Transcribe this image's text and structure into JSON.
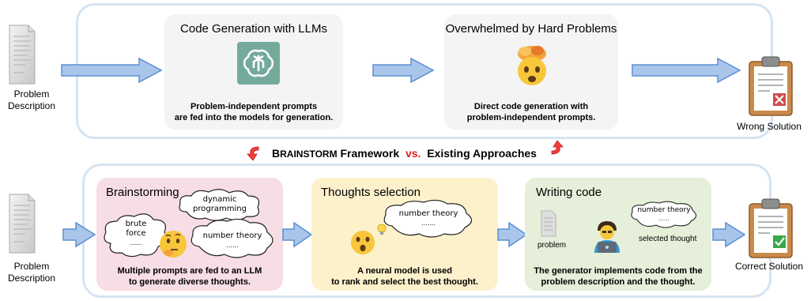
{
  "top": {
    "input_label": "Problem Description",
    "stage1": {
      "title": "Code Generation with LLMs",
      "icon": "openai-logo-icon",
      "caption_line1": "Problem-independent prompts",
      "caption_line2": "are fed into the models for generation."
    },
    "stage2": {
      "title": "Overwhelmed by Hard Problems",
      "icon": "exploding-head-emoji",
      "caption_line1": "Direct code generation with",
      "caption_line2": "problem-independent prompts."
    },
    "output_label": "Wrong Solution"
  },
  "middle": {
    "framework_first": "B",
    "framework_rest": "RAINSTORM",
    "framework_word": "Framework",
    "vs": "vs.",
    "existing": "Existing Approaches"
  },
  "bottom": {
    "input_label": "Problem Description",
    "brainstorming": {
      "title": "Brainstorming",
      "cloud_dynamic_1": "dynamic",
      "cloud_dynamic_2": "programming",
      "cloud_brute_1": "brute",
      "cloud_brute_2": "force",
      "cloud_brute_3": "......",
      "cloud_number": "number theory",
      "cloud_number_dots": "......",
      "caption_line1": "Multiple prompts are fed to an LLM",
      "caption_line2": "to generate diverse thoughts."
    },
    "selection": {
      "title": "Thoughts selection",
      "cloud_text": "number theory",
      "cloud_dots": ".......",
      "caption_line1": "A neural model is used",
      "caption_line2": "to rank and select the best thought."
    },
    "writing": {
      "title": "Writing code",
      "problem_label": "problem",
      "cloud_text": "number theory",
      "cloud_dots": "......",
      "selected_label": "selected thought",
      "caption_line1": "The generator implements code from the",
      "caption_line2": "problem description and the thought."
    },
    "output_label": "Correct Solution"
  },
  "colors": {
    "arrow_fill": "#a9c6ea",
    "arrow_stroke": "#5b8fd1",
    "outer_border": "#d6e4f2",
    "pink": "#f7dde4",
    "yellow": "#fdf1cc",
    "green": "#e5efd9",
    "accent_red": "#e02020"
  }
}
